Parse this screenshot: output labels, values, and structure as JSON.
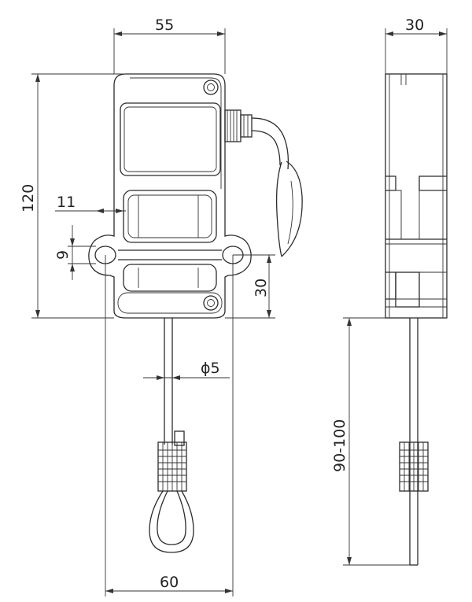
{
  "dimensions": {
    "front_width": "55",
    "front_height": "120",
    "slot_width": "11",
    "hole_spacing": "9",
    "lower_offset": "30",
    "cable_diameter": "ϕ5",
    "mount_width": "60",
    "side_thickness": "30",
    "cable_length": "90-100"
  },
  "colors": {
    "stroke": "#2b2b2b",
    "background": "#ffffff"
  }
}
